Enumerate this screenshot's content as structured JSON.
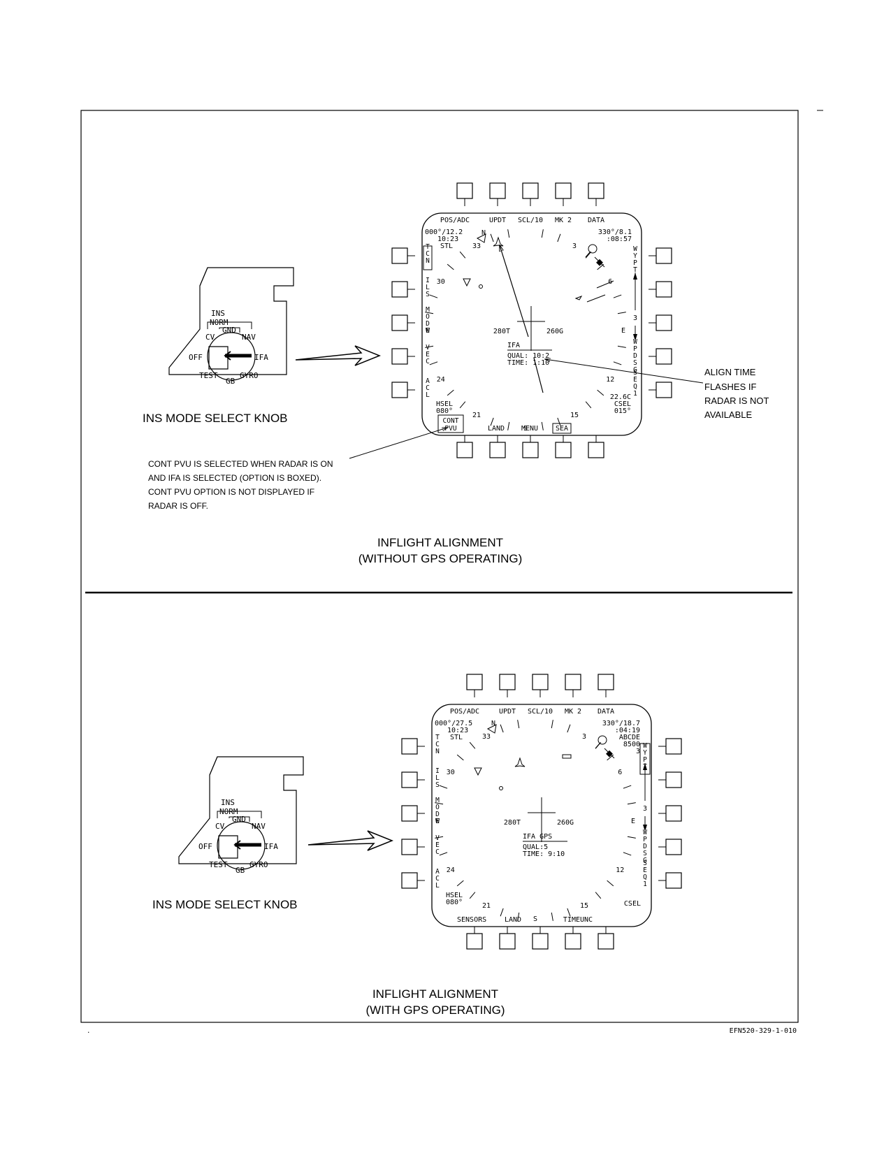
{
  "figure_id": "EFN520-329-1-010",
  "sections": [
    {
      "title_line1": "INFLIGHT ALIGNMENT",
      "title_line2": "(WITHOUT GPS OPERATING)",
      "knob": {
        "caption": "INS MODE SELECT KNOB",
        "labels": {
          "ins": "INS",
          "norm": "NORM",
          "gnd": "GND",
          "cv": "CV",
          "nav": "NAV",
          "off": "OFF",
          "ifa": "IFA",
          "test": "TEST",
          "gb": "GB",
          "gyro": "GYRO"
        }
      },
      "display": {
        "top_options": [
          "POS/ADC",
          "UPDT",
          "SCL/10",
          "MK 2",
          "DATA"
        ],
        "bottom_options": [
          "CONT PVU",
          "LAND",
          "MENU",
          "SEA"
        ],
        "left_options": [
          "TCN",
          "ILS",
          "MODE",
          "VEC",
          "ACL"
        ],
        "right_options": [
          "WYPT",
          "",
          "",
          "WPDSG",
          "SEQ1"
        ],
        "top_left_readout": [
          "000°/12.2",
          "10:23",
          "STL"
        ],
        "top_right_readout": [
          "330°/8.1",
          ":08:57"
        ],
        "compass_cardinals": [
          "N",
          "E",
          "S",
          "W"
        ],
        "compass_numbers": [
          "3",
          "6",
          "12",
          "15",
          "21",
          "24",
          "30",
          "33"
        ],
        "track": "280T",
        "ground_speed": "260G",
        "mode": "IFA",
        "quality": "QUAL: 10:2",
        "time": "TIME: 1:10",
        "right_scale_value": "3",
        "hsel": [
          "HSEL",
          "080°"
        ],
        "csel": [
          "22.6C",
          "CSEL",
          "015°"
        ]
      },
      "annotations": {
        "align_time": [
          "ALIGN TIME",
          "FLASHES IF",
          "RADAR IS NOT",
          "AVAILABLE"
        ],
        "cont_pvu": [
          "CONT PVU IS SELECTED WHEN RADAR IS ON",
          "AND IFA IS SELECTED (OPTION IS BOXED).",
          "CONT PVU OPTION IS NOT DISPLAYED IF",
          "RADAR IS OFF."
        ]
      }
    },
    {
      "title_line1": "INFLIGHT ALIGNMENT",
      "title_line2": "(WITH GPS OPERATING)",
      "knob": {
        "caption": "INS MODE SELECT KNOB",
        "labels": {
          "ins": "INS",
          "norm": "NORM",
          "gnd": "GND",
          "cv": "CV",
          "nav": "NAV",
          "off": "OFF",
          "ifa": "IFA",
          "test": "TEST",
          "gb": "GB",
          "gyro": "GYRO"
        }
      },
      "display": {
        "top_options": [
          "POS/ADC",
          "UPDT",
          "SCL/10",
          "MK 2",
          "DATA"
        ],
        "bottom_options": [
          "SENSORS",
          "LAND",
          "",
          "TIMEUNC",
          ""
        ],
        "left_options": [
          "TCN",
          "ILS",
          "MODE",
          "VEC",
          "ACL"
        ],
        "right_options": [
          "WYPT",
          "",
          "",
          "WPDSG",
          "SEQ1"
        ],
        "top_left_readout": [
          "000°/27.5",
          "10:23",
          "STL"
        ],
        "top_right_readout": [
          "330°/18.7",
          ":04:19",
          "ABCDE",
          "8500",
          "3"
        ],
        "compass_cardinals": [
          "N",
          "E",
          "S",
          "W"
        ],
        "compass_numbers": [
          "3",
          "6",
          "12",
          "15",
          "21",
          "24",
          "30",
          "33"
        ],
        "track": "280T",
        "ground_speed": "260G",
        "mode": "IFA GPS",
        "quality": "QUAL:5",
        "time": "TIME: 9:10",
        "right_scale_value": "3",
        "hsel": [
          "HSEL",
          "080°"
        ],
        "csel": [
          "CSEL"
        ]
      }
    }
  ]
}
